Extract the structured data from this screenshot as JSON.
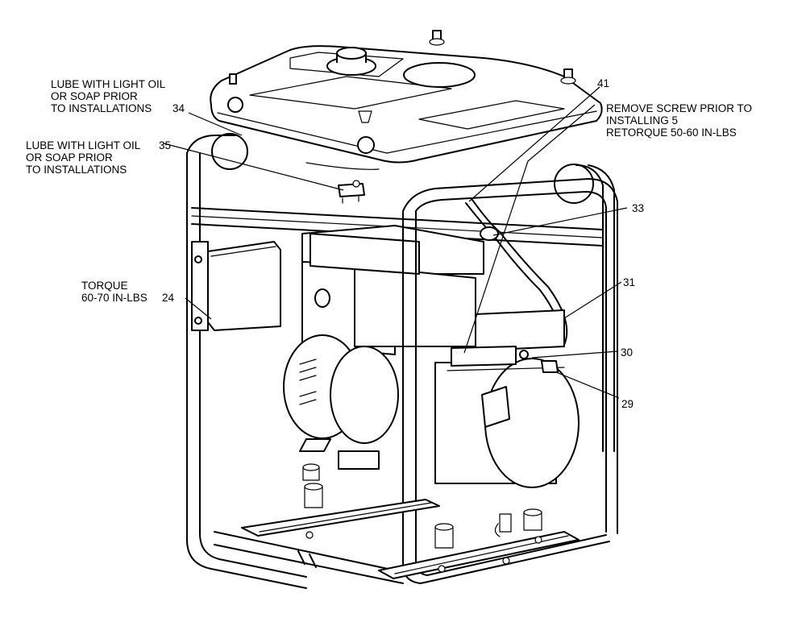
{
  "callouts": {
    "c34": {
      "label": "LUBE WITH LIGHT OIL\nOR SOAP PRIOR\nTO INSTALLATIONS",
      "number": "34"
    },
    "c35": {
      "label": "LUBE WITH LIGHT OIL\nOR SOAP PRIOR\nTO INSTALLATIONS",
      "number": "35"
    },
    "c41": {
      "number": "41"
    },
    "c5": {
      "label": "REMOVE SCREW PRIOR TO\nINSTALLING 5\nRETORQUE 50-60 IN-LBS"
    },
    "c33": {
      "number": "33"
    },
    "c31": {
      "number": "31"
    },
    "c30": {
      "number": "30"
    },
    "c29": {
      "number": "29"
    },
    "c24": {
      "label": "TORQUE\n60-70 IN-LBS",
      "number": "24"
    }
  }
}
